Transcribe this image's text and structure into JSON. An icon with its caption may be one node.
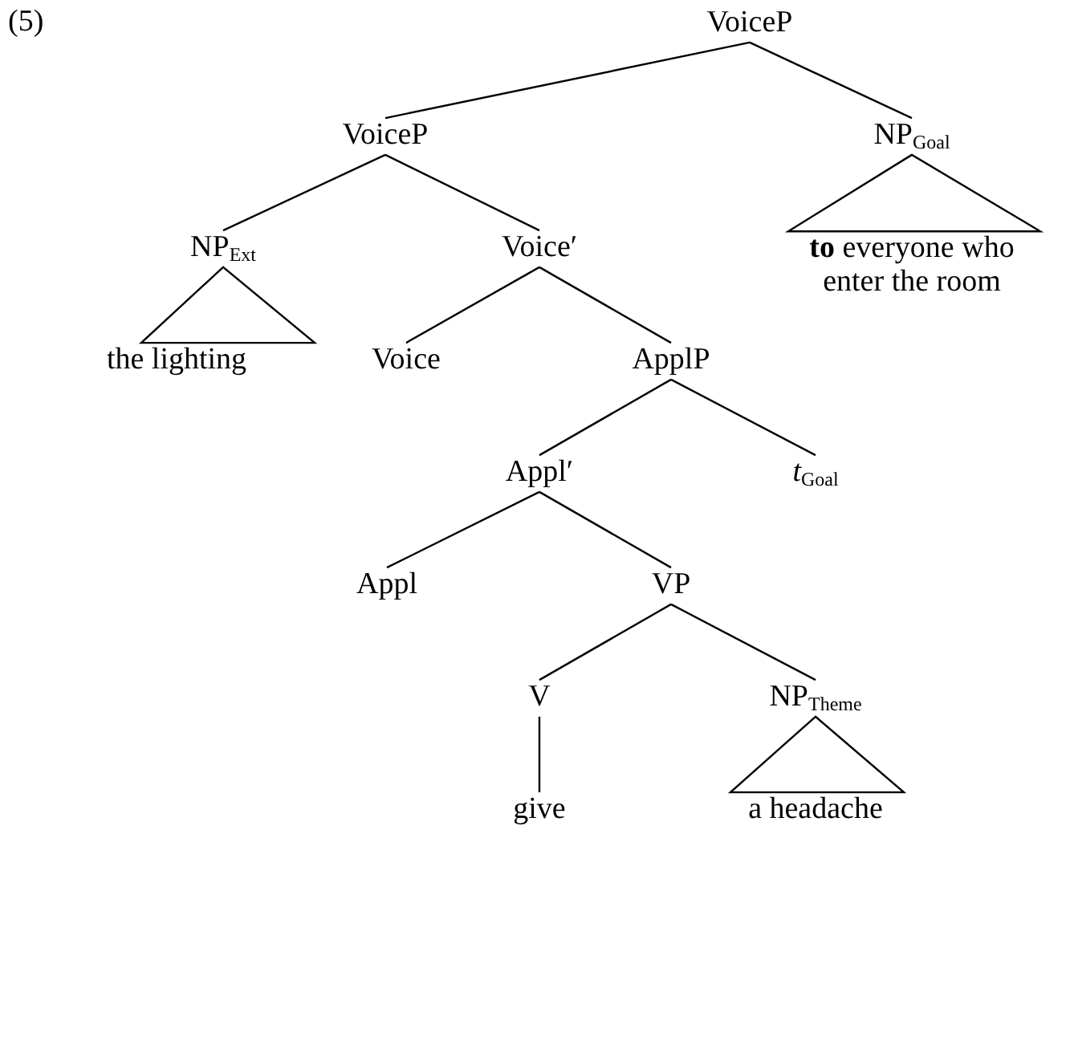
{
  "diagram": {
    "nodes": [
      {
        "text": [
          "VoiceP"
        ]
      },
      {
        "text": [
          "VoiceP"
        ]
      },
      {
        "text": [
          "NP$_{Goal}$"
        ]
      },
      {
        "text": [
          "**to** everyone who enter the room"
        ]
      },
      {
        "text": [
          "NP$_{Ext}$"
        ]
      },
      {
        "text": [
          "Voice′"
        ]
      },
      {
        "text": [
          "the lighting"
        ]
      },
      {
        "text": [
          "Voice"
        ]
      },
      {
        "text": [
          "ApplP"
        ]
      },
      {
        "text": [
          "Appl′"
        ]
      },
      {
        "text": [
          "*t*$_{Goal}$"
        ]
      },
      {
        "text": [
          "Appl"
        ]
      },
      {
        "text": [
          "VP"
        ]
      },
      {
        "text": [
          "V"
        ]
      },
      {
        "text": [
          "NP$_{Theme}$"
        ]
      },
      {
        "text": [
          "give"
        ]
      },
      {
        "text": [
          "a headache"
        ]
      }
    ],
    "edges": [
      {
        "from": 0,
        "to": 1,
        "arrow": "none"
      },
      {
        "from": 0,
        "to": 2,
        "arrow": "none"
      },
      {
        "from": 2,
        "to": 3,
        "arrow": "none"
      },
      {
        "from": 1,
        "to": 4,
        "arrow": "none"
      },
      {
        "from": 1,
        "to": 5,
        "arrow": "none"
      },
      {
        "from": 4,
        "to": 6,
        "arrow": "none"
      },
      {
        "from": 5,
        "to": 7,
        "arrow": "none"
      },
      {
        "from": 5,
        "to": 8,
        "arrow": "none"
      },
      {
        "from": 8,
        "to": 9,
        "arrow": "none"
      },
      {
        "from": 8,
        "to": 10,
        "arrow": "none"
      },
      {
        "from": 9,
        "to": 11,
        "arrow": "none"
      },
      {
        "from": 9,
        "to": 12,
        "arrow": "none"
      },
      {
        "from": 12,
        "to": 13,
        "arrow": "none"
      },
      {
        "from": 12,
        "to": 14,
        "arrow": "none"
      },
      {
        "from": 13,
        "to": 15,
        "arrow": "none"
      },
      {
        "from": 14,
        "to": 16,
        "arrow": "none"
      }
    ],
    "labels": [
      "(5)"
    ]
  }
}
